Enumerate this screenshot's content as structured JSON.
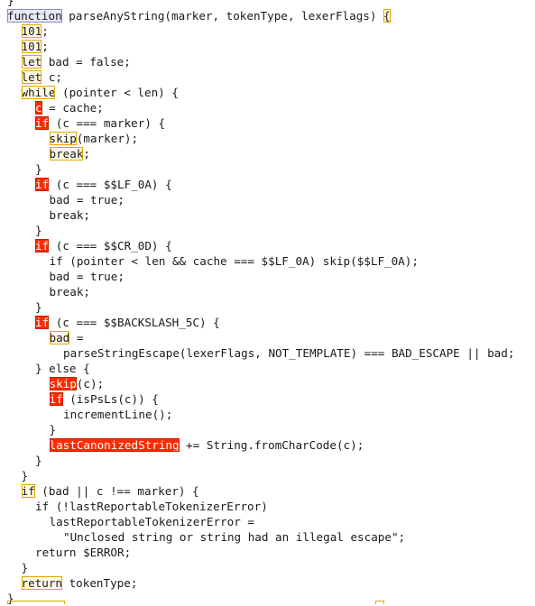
{
  "code": {
    "lines": [
      {
        "indent": 0,
        "parts": [
          {
            "t": "}"
          }
        ]
      },
      {
        "indent": 0,
        "parts": [
          {
            "t": "function",
            "hl": "blue"
          },
          {
            "t": " parseAnyString(marker, tokenType, lexerFlags) "
          },
          {
            "t": "{",
            "hl": "yellow"
          }
        ]
      },
      {
        "indent": 1,
        "parts": [
          {
            "t": "101",
            "hl": "yellow"
          },
          {
            "t": ";"
          }
        ]
      },
      {
        "indent": 1,
        "parts": [
          {
            "t": "101",
            "hl": "yellow"
          },
          {
            "t": ";"
          }
        ]
      },
      {
        "indent": 1,
        "parts": [
          {
            "t": "let",
            "hl": "yellow"
          },
          {
            "t": " bad = false;"
          }
        ]
      },
      {
        "indent": 1,
        "parts": [
          {
            "t": "let",
            "hl": "yellow"
          },
          {
            "t": " c;"
          }
        ]
      },
      {
        "indent": 1,
        "parts": [
          {
            "t": "while",
            "hl": "yellow"
          },
          {
            "t": " (pointer < len) {"
          }
        ]
      },
      {
        "indent": 2,
        "parts": [
          {
            "t": "c",
            "hl": "err"
          },
          {
            "t": " = cache;"
          }
        ]
      },
      {
        "indent": 2,
        "parts": [
          {
            "t": "if",
            "hl": "err"
          },
          {
            "t": " (c === marker) {"
          }
        ]
      },
      {
        "indent": 3,
        "parts": [
          {
            "t": "skip",
            "hl": "yellow"
          },
          {
            "t": "(marker);"
          }
        ]
      },
      {
        "indent": 3,
        "parts": [
          {
            "t": "break",
            "hl": "yellow"
          },
          {
            "t": ";"
          }
        ]
      },
      {
        "indent": 2,
        "parts": [
          {
            "t": "}"
          }
        ]
      },
      {
        "indent": 2,
        "parts": [
          {
            "t": "if",
            "hl": "err"
          },
          {
            "t": " (c === $$LF_0A) {"
          }
        ]
      },
      {
        "indent": 3,
        "parts": [
          {
            "t": "bad = true;"
          }
        ]
      },
      {
        "indent": 3,
        "parts": [
          {
            "t": "break;"
          }
        ]
      },
      {
        "indent": 2,
        "parts": [
          {
            "t": "}"
          }
        ]
      },
      {
        "indent": 2,
        "parts": [
          {
            "t": "if",
            "hl": "err"
          },
          {
            "t": " (c === $$CR_0D) {"
          }
        ]
      },
      {
        "indent": 3,
        "parts": [
          {
            "t": "if (pointer < len && cache === $$LF_0A) skip($$LF_0A);"
          }
        ]
      },
      {
        "indent": 3,
        "parts": [
          {
            "t": "bad = true;"
          }
        ]
      },
      {
        "indent": 3,
        "parts": [
          {
            "t": "break;"
          }
        ]
      },
      {
        "indent": 2,
        "parts": [
          {
            "t": "}"
          }
        ]
      },
      {
        "indent": 2,
        "parts": [
          {
            "t": "if",
            "hl": "err"
          },
          {
            "t": " (c === $$BACKSLASH_5C) {"
          }
        ]
      },
      {
        "indent": 3,
        "parts": [
          {
            "t": "bad",
            "hl": "yellow"
          },
          {
            "t": " ="
          }
        ]
      },
      {
        "indent": 4,
        "parts": [
          {
            "t": "parseStringEscape(lexerFlags, NOT_TEMPLATE) === BAD_ESCAPE || bad;"
          }
        ]
      },
      {
        "indent": 2,
        "parts": [
          {
            "t": "} else {"
          }
        ]
      },
      {
        "indent": 3,
        "parts": [
          {
            "t": "skip",
            "hl": "err"
          },
          {
            "t": "(c);"
          }
        ]
      },
      {
        "indent": 3,
        "parts": [
          {
            "t": "if",
            "hl": "err"
          },
          {
            "t": " (isPsLs(c)) {"
          }
        ]
      },
      {
        "indent": 4,
        "parts": [
          {
            "t": "incrementLine();"
          }
        ]
      },
      {
        "indent": 3,
        "parts": [
          {
            "t": "}"
          }
        ]
      },
      {
        "indent": 3,
        "parts": [
          {
            "t": "lastCanonizedString",
            "hl": "err"
          },
          {
            "t": " += String.fromCharCode(c);"
          }
        ]
      },
      {
        "indent": 2,
        "parts": [
          {
            "t": "}"
          }
        ]
      },
      {
        "indent": 1,
        "parts": [
          {
            "t": "}"
          }
        ]
      },
      {
        "indent": 1,
        "parts": [
          {
            "t": "if",
            "hl": "yellow"
          },
          {
            "t": " (bad || c !== marker) {"
          }
        ]
      },
      {
        "indent": 2,
        "parts": [
          {
            "t": "if (!lastReportableTokenizerError)"
          }
        ]
      },
      {
        "indent": 3,
        "parts": [
          {
            "t": "lastReportableTokenizerError ="
          }
        ]
      },
      {
        "indent": 4,
        "parts": [
          {
            "t": "\"Unclosed string or string had an illegal escape\";"
          }
        ]
      },
      {
        "indent": 2,
        "parts": [
          {
            "t": "return $ERROR;"
          }
        ]
      },
      {
        "indent": 1,
        "parts": [
          {
            "t": "}"
          }
        ]
      },
      {
        "indent": 1,
        "parts": [
          {
            "t": "return",
            "hl": "yellow"
          },
          {
            "t": " tokenType;"
          }
        ]
      },
      {
        "indent": 0,
        "parts": [
          {
            "t": "}"
          }
        ]
      }
    ]
  },
  "colors": {
    "highlight_border": "#e0a800",
    "error_bg": "#ff2a00",
    "keyword_box": "#8888cc"
  }
}
